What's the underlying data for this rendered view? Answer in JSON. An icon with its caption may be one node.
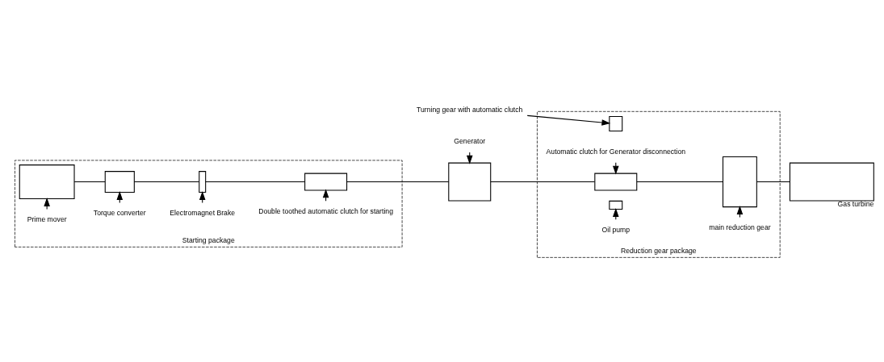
{
  "diagram": {
    "nodes": [
      {
        "text": [
          "Starting package"
        ]
      },
      {
        "text": [
          "Prime mover"
        ],
        "in": 0
      },
      {
        "text": [],
        "shape": "box",
        "in": 0
      },
      {
        "text": [
          "Torque converter"
        ],
        "in": 0
      },
      {
        "text": [],
        "shape": "box",
        "in": 0
      },
      {
        "text": [
          "Electromagnet Brake"
        ],
        "in": 0
      },
      {
        "text": [],
        "shape": "box",
        "in": 0
      },
      {
        "text": [
          "Double toothed automatic clutch for starting"
        ],
        "in": 0
      },
      {
        "text": [],
        "shape": "box",
        "in": 0
      },
      {
        "text": [
          "Generator"
        ]
      },
      {
        "text": [],
        "shape": "box"
      },
      {
        "text": [
          "Reduction gear package"
        ]
      },
      {
        "text": [
          "Automatic clutch for Generator disconnection"
        ],
        "in": 11
      },
      {
        "text": [],
        "shape": "box",
        "in": 11
      },
      {
        "text": [
          "main reduction gear"
        ],
        "in": 11
      },
      {
        "text": [],
        "shape": "box",
        "in": 11
      },
      {
        "text": [
          "Turning gear with automatic clutch"
        ]
      },
      {
        "text": [],
        "shape": "box",
        "in": 11
      },
      {
        "text": [
          "Oil pump"
        ],
        "in": 11
      },
      {
        "text": [],
        "shape": "box",
        "in": 11
      },
      {
        "text": [],
        "shape": "box",
        "beside": [
          "Gas turbine"
        ]
      }
    ],
    "edges": [
      {
        "from": 1,
        "to": 2,
        "arrow": "to"
      },
      {
        "from": 2,
        "to": 4,
        "arrow": "none"
      },
      {
        "from": 3,
        "to": 4,
        "arrow": "to"
      },
      {
        "from": 4,
        "to": 6,
        "arrow": "none"
      },
      {
        "from": 5,
        "to": 6,
        "arrow": "to"
      },
      {
        "from": 6,
        "to": 8,
        "arrow": "none"
      },
      {
        "from": 7,
        "to": 8,
        "arrow": "to"
      },
      {
        "from": 8,
        "to": 10,
        "arrow": "none"
      },
      {
        "from": 9,
        "to": 10,
        "arrow": "to"
      },
      {
        "from": 10,
        "to": 13,
        "arrow": "none"
      },
      {
        "from": 12,
        "to": 13,
        "arrow": "to"
      },
      {
        "from": 13,
        "to": 15,
        "arrow": "none"
      },
      {
        "from": 14,
        "to": 15,
        "arrow": "to"
      },
      {
        "from": 16,
        "to": 17,
        "arrow": "to"
      },
      {
        "from": 18,
        "to": 19,
        "arrow": "to"
      },
      {
        "from": 15,
        "to": 20,
        "arrow": "none"
      }
    ]
  }
}
